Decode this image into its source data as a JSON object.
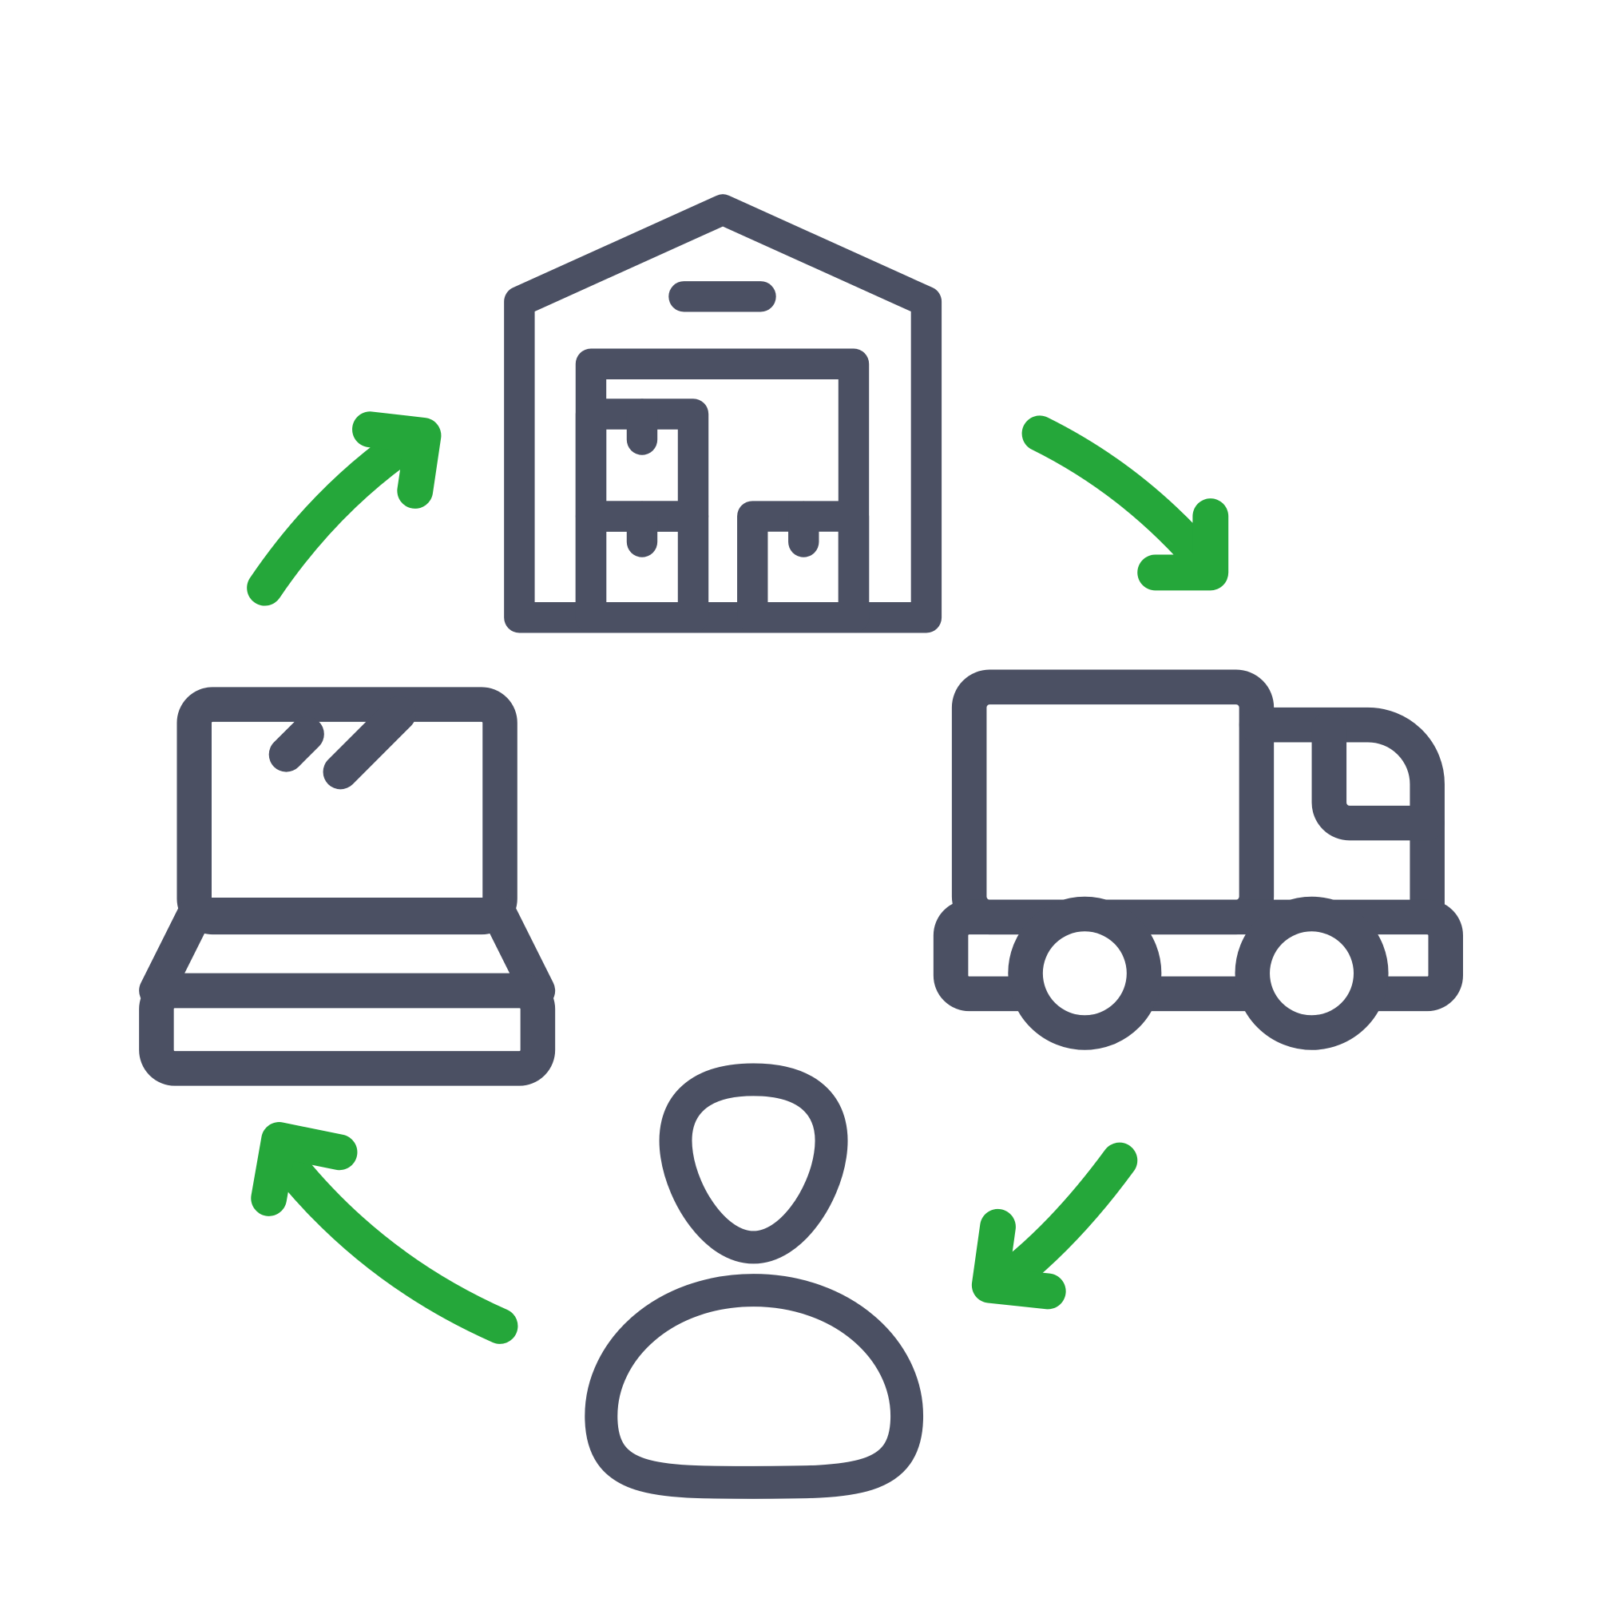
{
  "colors": {
    "icon": "#4b5063",
    "arrow": "#25a73a",
    "background": "#ffffff"
  },
  "icons": [
    "warehouse-icon",
    "delivery-truck-icon",
    "customer-person-icon",
    "laptop-order-icon"
  ],
  "arrows": [
    "arrow-warehouse-to-truck",
    "arrow-truck-to-customer",
    "arrow-customer-to-laptop",
    "arrow-laptop-to-warehouse"
  ]
}
